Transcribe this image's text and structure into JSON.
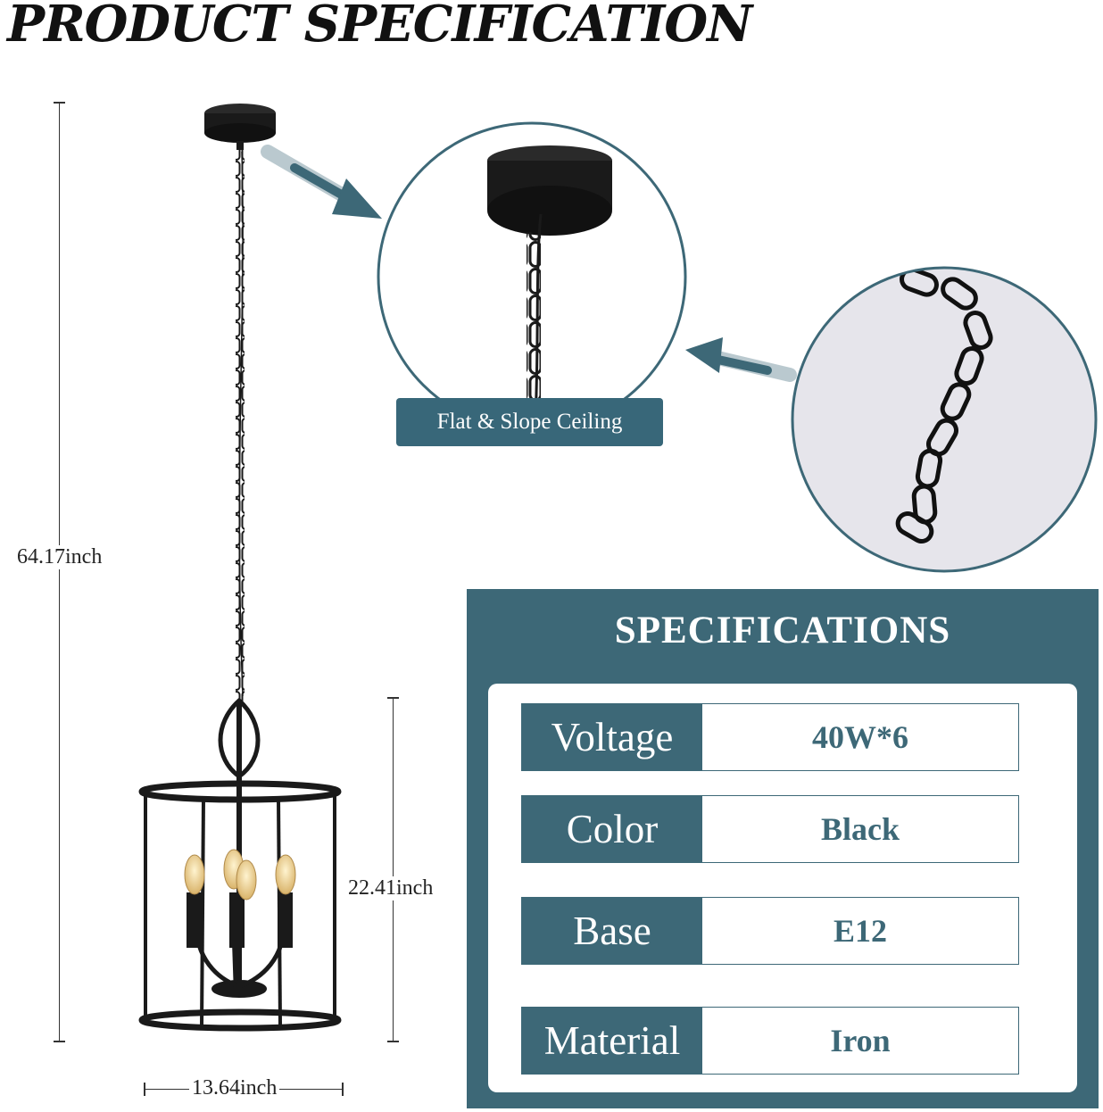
{
  "header": {
    "title": "PRODUCT SPECIFICATION"
  },
  "dimensions": {
    "total_height": "64.17inch",
    "body_height": "22.41inch",
    "width": "13.64inch"
  },
  "callout": {
    "label": "Flat & Slope Ceiling"
  },
  "specifications": {
    "heading": "SPECIFICATIONS",
    "rows": [
      {
        "label": "Voltage",
        "value": "40W*6"
      },
      {
        "label": "Color",
        "value": "Black"
      },
      {
        "label": "Base",
        "value": "E12"
      },
      {
        "label": "Material",
        "value": "Iron"
      }
    ]
  },
  "colors": {
    "accent": "#3d6877",
    "product": "#1a1a1a",
    "zoom_background": "#e6e5eb"
  }
}
